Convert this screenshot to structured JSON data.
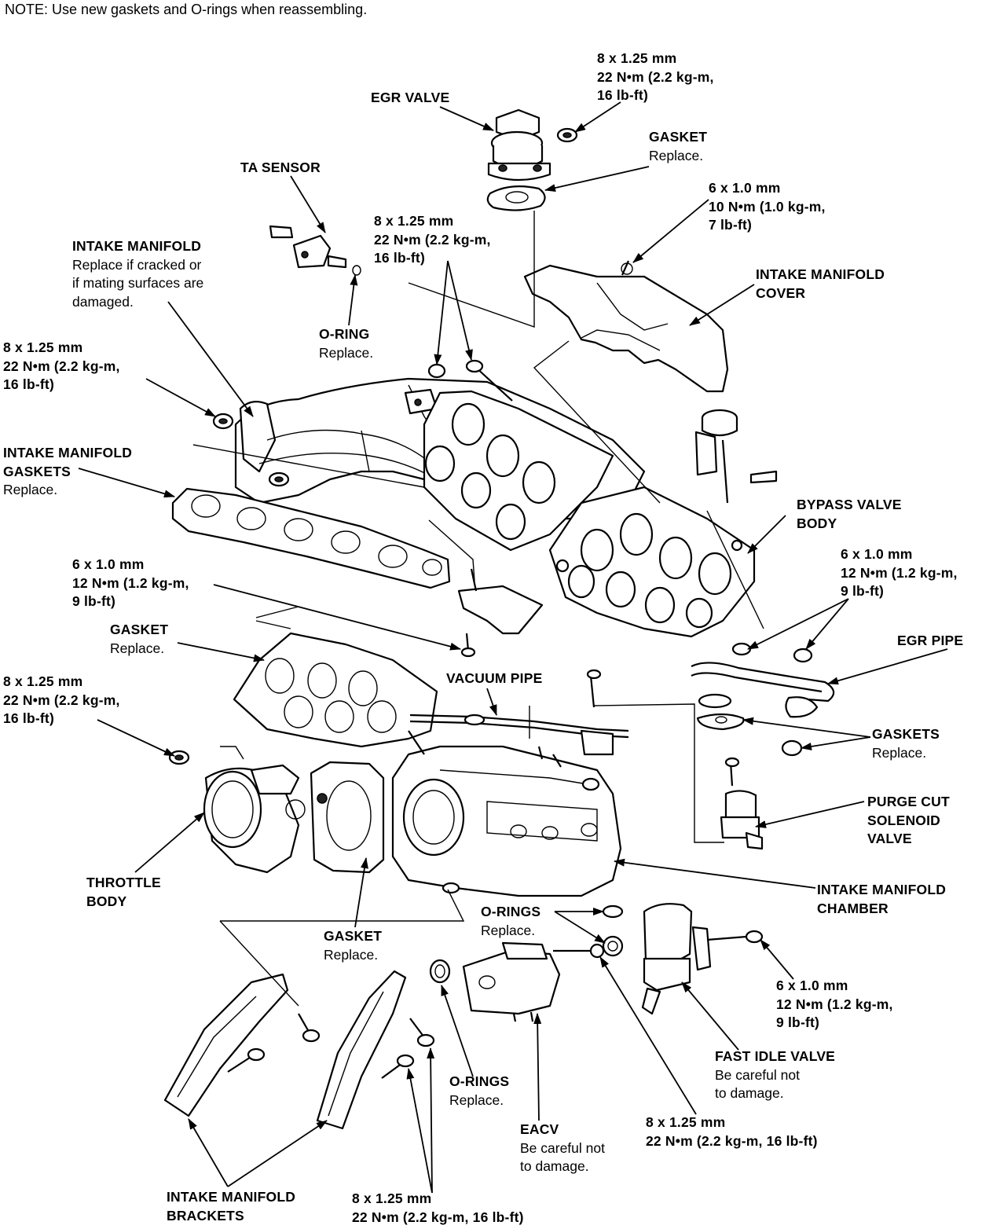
{
  "note": "NOTE:  Use new gaskets and O-rings when reassembling.",
  "labels": {
    "egr_valve": {
      "title": "EGR VALVE"
    },
    "egr_bolt": {
      "title": "8 x 1.25 mm",
      "l2": "22 N•m (2.2 kg-m,",
      "l3": "16 lb-ft)"
    },
    "gasket_top": {
      "title": "GASKET",
      "l2": "Replace."
    },
    "ta_sensor": {
      "title": "TA SENSOR"
    },
    "cover_bolt": {
      "title": "6 x 1.0 mm",
      "l2": "10 N•m (1.0 kg-m,",
      "l3": "7 lb-ft)"
    },
    "center_bolt": {
      "title": "8 x 1.25 mm",
      "l2": "22 N•m (2.2 kg-m,",
      "l3": "16 lb-ft)"
    },
    "intake_manifold": {
      "title": "INTAKE MANIFOLD",
      "l2": "Replace if cracked or",
      "l3": "if mating surfaces are",
      "l4": "damaged."
    },
    "manifold_cover": {
      "title": "INTAKE MANIFOLD",
      "l2": "COVER"
    },
    "oring_ta": {
      "title": "O-RING",
      "l2": "Replace."
    },
    "left_bolt": {
      "title": "8 x 1.25 mm",
      "l2": "22 N•m (2.2 kg-m,",
      "l3": "16 lb-ft)"
    },
    "manifold_gaskets": {
      "title": "INTAKE MANIFOLD",
      "l2": "GASKETS",
      "l3": "Replace."
    },
    "bypass_valve": {
      "title": "BYPASS VALVE",
      "l2": "BODY"
    },
    "bracket_bolt": {
      "title": "6 x 1.0 mm",
      "l2": "12 N•m (1.2 kg-m,",
      "l3": "9 lb-ft)"
    },
    "egr_pipe_bolt": {
      "title": "6 x 1.0 mm",
      "l2": "12 N•m (1.2 kg-m,",
      "l3": "9 lb-ft)"
    },
    "gasket_chamber": {
      "title": "GASKET",
      "l2": "Replace."
    },
    "egr_pipe": {
      "title": "EGR PIPE"
    },
    "vacuum_pipe": {
      "title": "VACUUM PIPE"
    },
    "throttle_nut": {
      "title": "8 x 1.25 mm",
      "l2": "22 N•m (2.2 kg-m,",
      "l3": "16 lb-ft)"
    },
    "gaskets_egr": {
      "title": "GASKETS",
      "l2": "Replace."
    },
    "purge_cut": {
      "title": "PURGE CUT",
      "l2": "SOLENOID",
      "l3": "VALVE"
    },
    "throttle_body": {
      "title": "THROTTLE",
      "l2": "BODY"
    },
    "chamber": {
      "title": "INTAKE MANIFOLD",
      "l2": "CHAMBER"
    },
    "orings_fiv": {
      "title": "O-RINGS",
      "l2": "Replace."
    },
    "gasket_throttle": {
      "title": "GASKET",
      "l2": "Replace."
    },
    "fiv_bolt": {
      "title": "6 x 1.0 mm",
      "l2": "12 N•m (1.2 kg-m,",
      "l3": "9 lb-ft)"
    },
    "fast_idle": {
      "title": "FAST IDLE VALVE",
      "l2": "Be careful not",
      "l3": "to damage."
    },
    "orings_eacv": {
      "title": "O-RINGS",
      "l2": "Replace."
    },
    "eacv": {
      "title": "EACV",
      "l2": "Be careful not",
      "l3": "to damage."
    },
    "eacv_bolt": {
      "title": "8 x 1.25 mm",
      "l2": "22 N•m (2.2 kg-m, 16 lb-ft)"
    },
    "brackets": {
      "title": "INTAKE MANIFOLD",
      "l2": "BRACKETS"
    },
    "brackets_bolt": {
      "title": "8 x 1.25 mm",
      "l2": "22 N•m (2.2 kg-m, 16 lb-ft)"
    }
  }
}
